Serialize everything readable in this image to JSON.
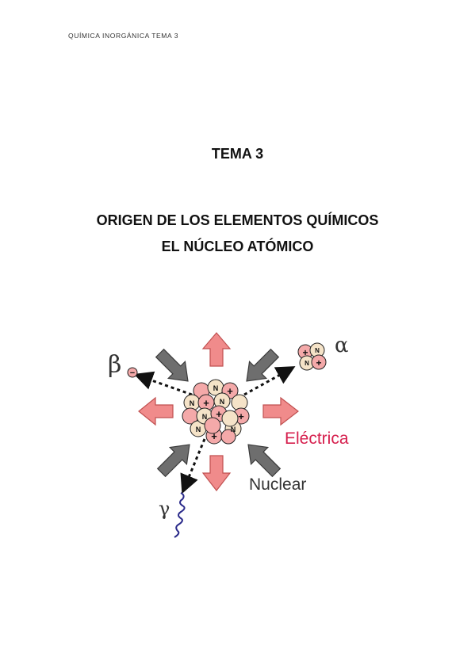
{
  "header": {
    "running_title": "QUÍMICA INORGÁNICA TEMA 3"
  },
  "document": {
    "chapter": "TEMA 3",
    "title_line1": "ORIGEN DE LOS ELEMENTOS QUÍMICOS",
    "title_line2": "EL NÚCLEO ATÓMICO"
  },
  "figure": {
    "label_beta": "β",
    "label_alpha": "α",
    "label_gamma": "γ",
    "label_electric": "Eléctrica",
    "label_nuclear": "Nuclear",
    "nucleon_neutron": "N",
    "nucleon_proton": "+",
    "electron_sign": "−",
    "colors": {
      "electric_arrow": "#f08b8b",
      "electric_arrow_stroke": "#c05050",
      "nuclear_arrow": "#6e6e6e",
      "nuclear_arrow_stroke": "#3a3a3a",
      "proton": "#f4a9a9",
      "neutron": "#f5e3c8",
      "electric_label": "#d6204e",
      "gamma_wave": "#2a2a8a"
    }
  }
}
